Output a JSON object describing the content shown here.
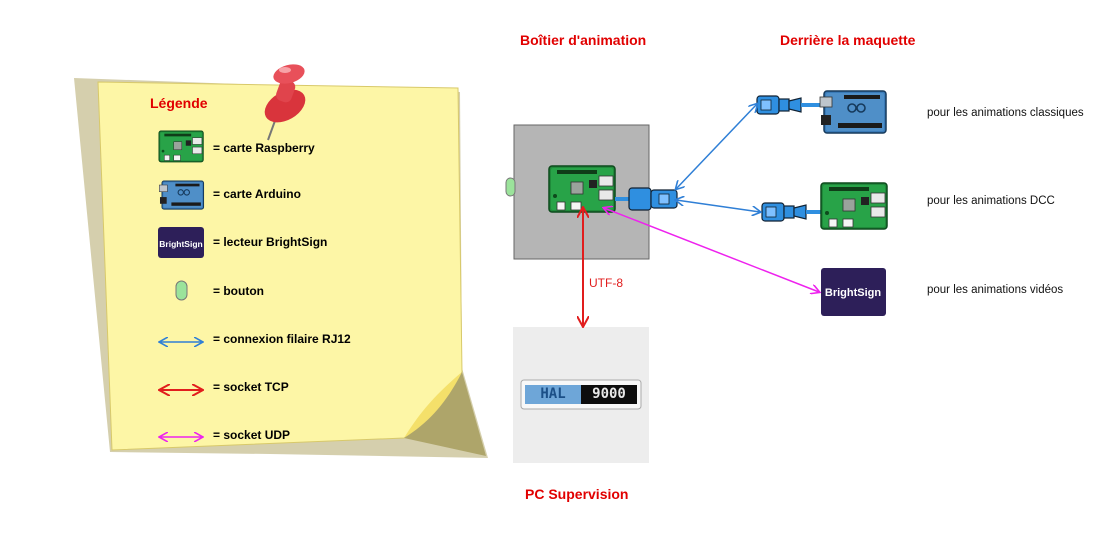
{
  "legend": {
    "title": "Légende",
    "items": [
      {
        "label": "= carte Raspberry"
      },
      {
        "label": "= carte Arduino"
      },
      {
        "label": "= lecteur BrightSign"
      },
      {
        "label": "= bouton"
      },
      {
        "label": "= connexion filaire RJ12"
      },
      {
        "label": "= socket TCP"
      },
      {
        "label": "= socket UDP"
      }
    ]
  },
  "headers": {
    "box": "Boîtier d'animation",
    "behind": "Derrière la maquette",
    "pc": "PC Supervision"
  },
  "link_label": "UTF-8",
  "hal": {
    "left": "HAL",
    "right": "9000"
  },
  "brightsign_logo": "BrightSign",
  "descriptions": {
    "classic": "pour les animations classiques",
    "dcc": "pour les animations DCC",
    "video": "pour les animations vidéos"
  },
  "colors": {
    "rj12": "#2f7fd6",
    "tcp": "#e11d1d",
    "udp": "#ee22ee",
    "note": "#fdf6a6",
    "pin": "#e0303a"
  }
}
